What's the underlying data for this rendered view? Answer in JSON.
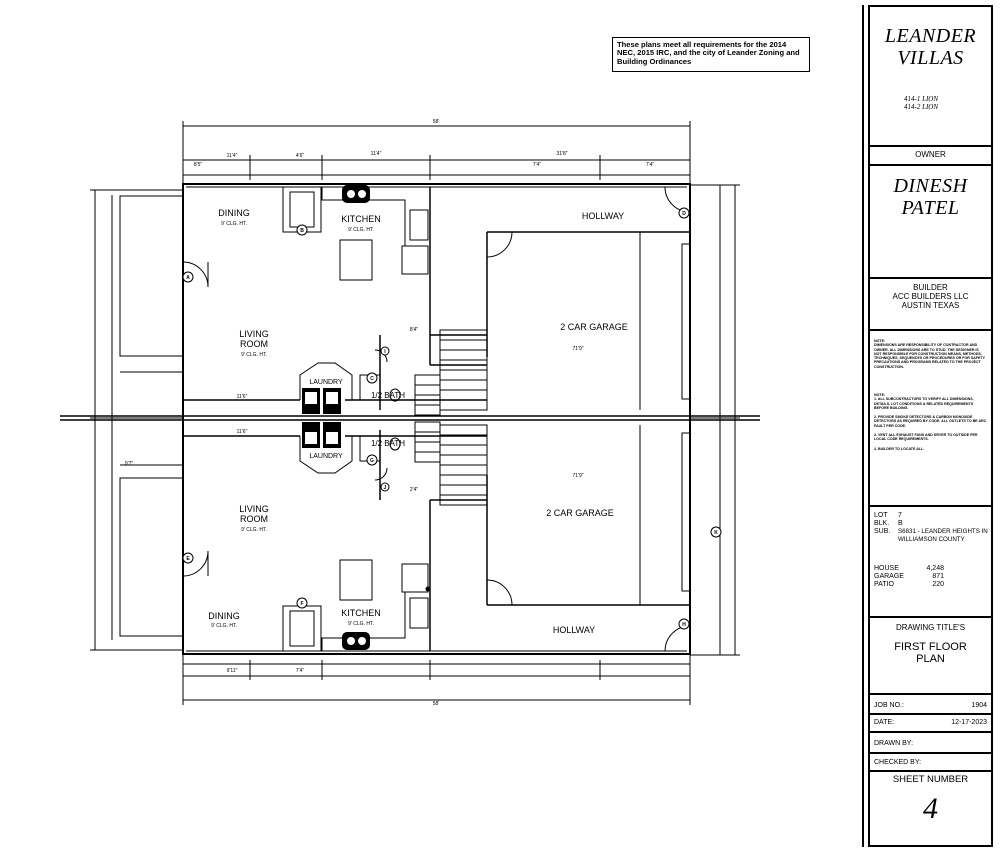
{
  "note": "These plans meet all requirements for the 2014 NEC, 2015 IRC, and the city of Leander Zoning and Building Ordinances",
  "rooms": {
    "dining": "DINING",
    "kitchen": "KITCHEN",
    "living": "LIVING",
    "room": "ROOM",
    "laundry": "LAUNDRY",
    "half_bath": "1/2 BATH",
    "garage": "2 CAR GARAGE",
    "hallway_top": "HOLLWAY",
    "hallway_bottom": "HOLLWAY",
    "ceiling": "9' CLG. HT."
  },
  "dimensions": {
    "overall_top": "58'",
    "overall_bottom": "58'",
    "d1": "11'4\"",
    "d2": "4'6\"",
    "d3": "11'4\"",
    "d4": "31'8\"",
    "d5": "7'4\"",
    "d6": "7'4\"",
    "d7": "8'5\"",
    "d8": "9'11\"",
    "d9": "11'6\"",
    "d10": "11'6\"",
    "d11": "9'7\"",
    "d12": "71'9\"",
    "d13": "71'9\"",
    "d14": "8'4\"",
    "d15": "2'4\"",
    "d16": "7'4\""
  },
  "doors": [
    "A",
    "B",
    "C",
    "D",
    "E",
    "F",
    "G",
    "H",
    "I",
    "J",
    "K"
  ],
  "title_block": {
    "project_line1": "LEANDER",
    "project_line2": "VILLAS",
    "unit1": "414-1 LION",
    "unit2": "414-2 LION",
    "owner_label": "OWNER",
    "owner_line1": "DINESH",
    "owner_line2": "PATEL",
    "builder_label": "BUILDER",
    "builder_name": "ACC BUILDERS LLC",
    "builder_city": "AUSTIN TEXAS",
    "note_heading": "NOTE:",
    "note_text": "DIMENSIONS ARE RESPONSIBILITY OF CONTRACTOR AND OWNER. ALL DIMENSIONS ARE TO STUD. THE DESIGNER IS NOT RESPONSIBLE FOR CONSTRUCTION MEANS, METHODS, TECHNIQUES, SEQUENCES OR PROCEDURES OR FOR SAFETY PRECAUTIONS AND PROGRAMS RELATED TO THE PROJECT CONSTRUCTION.",
    "note2_heading": "NOTE:",
    "note2_items": [
      "1. ALL SUBCONTRACTORS TO VERIFY ALL DIMENSIONS, DETAILS, LOT CONDITIONS & RELATED REQUIREMENTS BEFORE BUILDING.",
      "2. PROVIDE SMOKE DETECTORS & CARBON MONOXIDE DETECTORS AS REQUIRED BY CODE. ALL OUTLETS TO BE ARC FAULT PER CODE.",
      "3. VENT ALL EXHAUST FANS AND DRYER TO OUTSIDE PER LOCAL CODE REQUIREMENTS.",
      "4. BUILDER TO LOCATE ALL."
    ],
    "lot_label": "LOT",
    "lot_value": "7",
    "blk_label": "BLK.",
    "blk_value": "B",
    "sub_label": "SUB.",
    "sub_value": "S6831 - LEANDER HEIGHTS IN WILLIAMSON COUNTY",
    "house_label": "HOUSE",
    "house_value": "4,248",
    "garage_label": "GARAGE",
    "garage_value": "871",
    "patio_label": "PATIO",
    "patio_value": "220",
    "drawing_title_label": "DRAWING TITLE'S",
    "drawing_title_line1": "FIRST FLOOR",
    "drawing_title_line2": "PLAN",
    "job_label": "JOB NO.:",
    "job_value": "1904",
    "date_label": "DATE:",
    "date_value": "12-17-2023",
    "drawn_label": "DRAWN BY:",
    "checked_label": "CHECKED BY:",
    "sheet_label": "SHEET NUMBER",
    "sheet_value": "4"
  }
}
